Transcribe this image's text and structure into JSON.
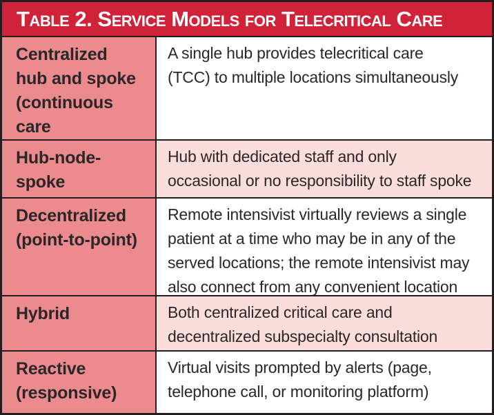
{
  "table": {
    "title": "Table 2. Service Models for Telecritical Care",
    "columns": [
      "service_model",
      "description"
    ],
    "rows": [
      {
        "term": "Centralized\nhub and spoke\n(continuous care\nmodel)",
        "description": "A single hub provides telecritical care\n(TCC) to multiple locations simultaneously"
      },
      {
        "term": "Hub-node-spoke",
        "description": "Hub with dedicated staff and only\noccasional or no responsibility to staff spoke"
      },
      {
        "term": "Decentralized\n(point-to-point)",
        "description": "Remote intensivist virtually reviews a single\npatient at a time who may be in any of the\nserved locations; the remote intensivist may\nalso connect from any convenient location"
      },
      {
        "term": "Hybrid",
        "description": "Both centralized critical care and\ndecentralized subspecialty consultation"
      },
      {
        "term": "Reactive\n(responsive)",
        "description": "Virtual visits prompted by alerts (page,\ntelephone call, or monitoring platform)"
      }
    ]
  },
  "colors": {
    "header_bg": "#d02339",
    "header_text": "#ffffff",
    "term_bg": "#ec8b8e",
    "shaded_bg": "#fbdedb",
    "plain_bg": "#ffffff",
    "border": "#221e1f",
    "text": "#2b2627"
  }
}
